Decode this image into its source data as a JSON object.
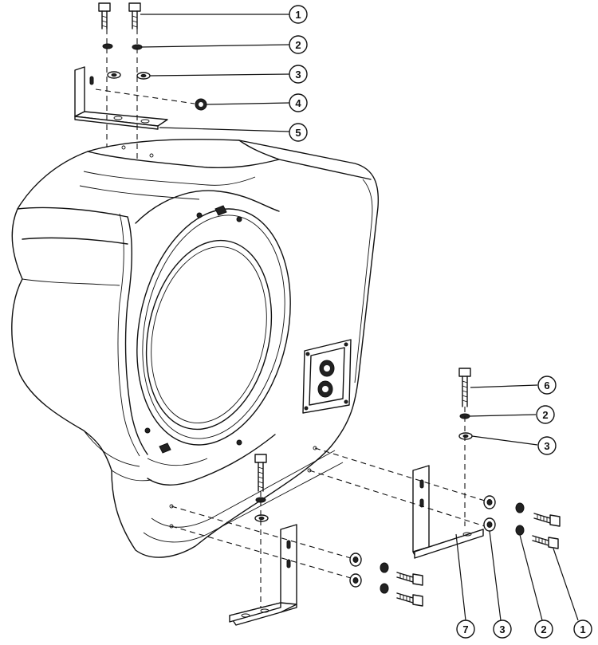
{
  "callouts": [
    {
      "id": "c1-top",
      "label": "1"
    },
    {
      "id": "c2-top",
      "label": "2"
    },
    {
      "id": "c3-top",
      "label": "3"
    },
    {
      "id": "c4-top",
      "label": "4"
    },
    {
      "id": "c5-top",
      "label": "5"
    },
    {
      "id": "c6-right",
      "label": "6"
    },
    {
      "id": "c2-right",
      "label": "2"
    },
    {
      "id": "c3-right",
      "label": "3"
    },
    {
      "id": "c7-bottom",
      "label": "7"
    },
    {
      "id": "c3-bottom",
      "label": "3"
    },
    {
      "id": "c2-bottom",
      "label": "2"
    },
    {
      "id": "c1-bottom",
      "label": "1"
    }
  ]
}
